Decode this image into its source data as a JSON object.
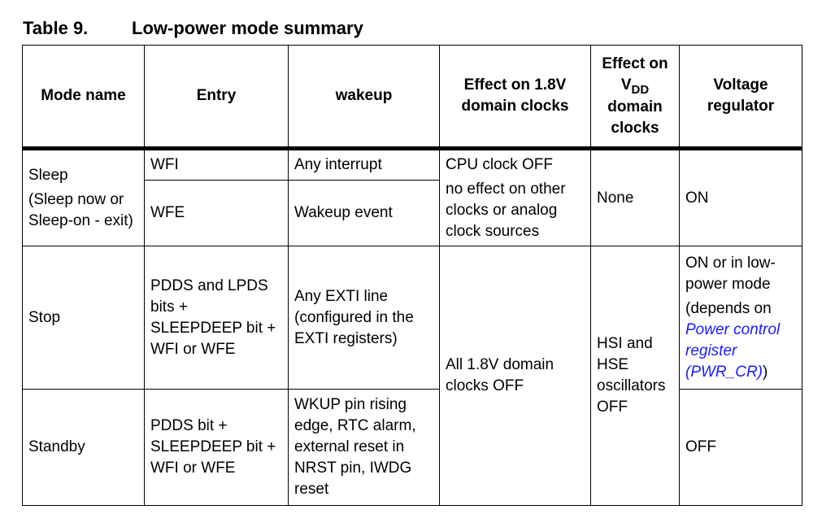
{
  "caption": {
    "number": "Table 9.",
    "title": "Low-power mode summary"
  },
  "headers": {
    "mode_name": "Mode name",
    "entry": "Entry",
    "wakeup": "wakeup",
    "effect_18v": "Effect on 1.8V domain clocks",
    "effect_vdd_prefix": "Effect on",
    "effect_vdd_v": "V",
    "effect_vdd_sub": "DD",
    "effect_vdd_suffix": "domain clocks",
    "regulator": "Voltage regulator"
  },
  "sleep": {
    "mode_name": "Sleep",
    "mode_detail": "(Sleep now or Sleep-on - exit)",
    "entry_wfi": "WFI",
    "wakeup_wfi": "Any interrupt",
    "entry_wfe": "WFE",
    "wakeup_wfe": "Wakeup event",
    "effect_18v_line1": "CPU clock OFF",
    "effect_18v_line2": "no effect on other clocks or analog clock sources",
    "effect_vdd": "None",
    "regulator": "ON"
  },
  "stop": {
    "mode_name": "Stop",
    "entry": "PDDS and LPDS bits + SLEEPDEEP bit + WFI or WFE",
    "wakeup": "Any EXTI line (configured in the EXTI registers)",
    "regulator_line1": "ON or in low-power mode",
    "regulator_pre": "(depends on ",
    "regulator_link": "Power control register (PWR_CR)",
    "regulator_post": ")"
  },
  "stop_standby_shared": {
    "effect_18v": "All 1.8V domain clocks OFF",
    "effect_vdd": "HSI and HSE oscillators OFF"
  },
  "standby": {
    "mode_name": "Standby",
    "entry": "PDDS bit + SLEEPDEEP bit + WFI or WFE",
    "wakeup": "WKUP pin rising edge, RTC alarm, external reset in NRST pin, IWDG reset",
    "regulator": "OFF"
  }
}
